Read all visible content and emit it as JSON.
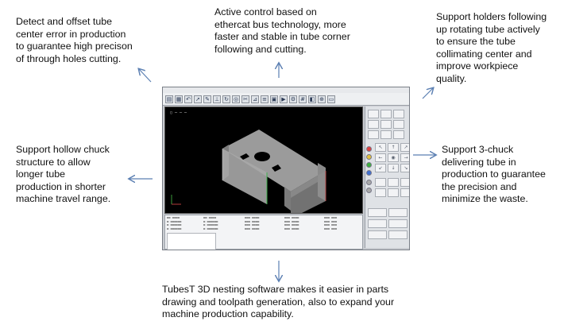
{
  "callouts": {
    "top_left": [
      "Detect and offset tube",
      "center error in production",
      "to guarantee high precison",
      "of through holes cutting."
    ],
    "top_center": [
      "Active control based on",
      "ethercat bus technology, more",
      "faster and stable in tube corner",
      "following and cutting."
    ],
    "top_right": [
      "Support holders following",
      "up rotating tube actively",
      "to ensure the tube",
      "collimating center and",
      "improve workpiece",
      "quality."
    ],
    "mid_left": [
      "Support hollow chuck",
      "structure to allow",
      "longer tube",
      "production in shorter",
      "machine travel range."
    ],
    "mid_right": [
      "Support 3-chuck",
      "delivering tube in",
      "production to guarantee",
      "the precision and",
      "minimize the waste."
    ],
    "bottom": [
      "TubesT 3D nesting software makes it easier in parts",
      "drawing and toolpath generation, also to expand your",
      "machine production capability."
    ]
  },
  "colors": {
    "arrow": "#5b7fb2",
    "viewport_bg": "#000000",
    "part": "#8d8d8d"
  },
  "software": {
    "toolbar_icons": [
      "open-icon",
      "save-icon",
      "undo-icon",
      "select-icon",
      "draw-icon",
      "measure-icon",
      "rotate-icon",
      "view-icon",
      "cut-icon",
      "lead-icon",
      "sort-icon",
      "nest-icon",
      "sim-icon",
      "settings-icon"
    ]
  }
}
